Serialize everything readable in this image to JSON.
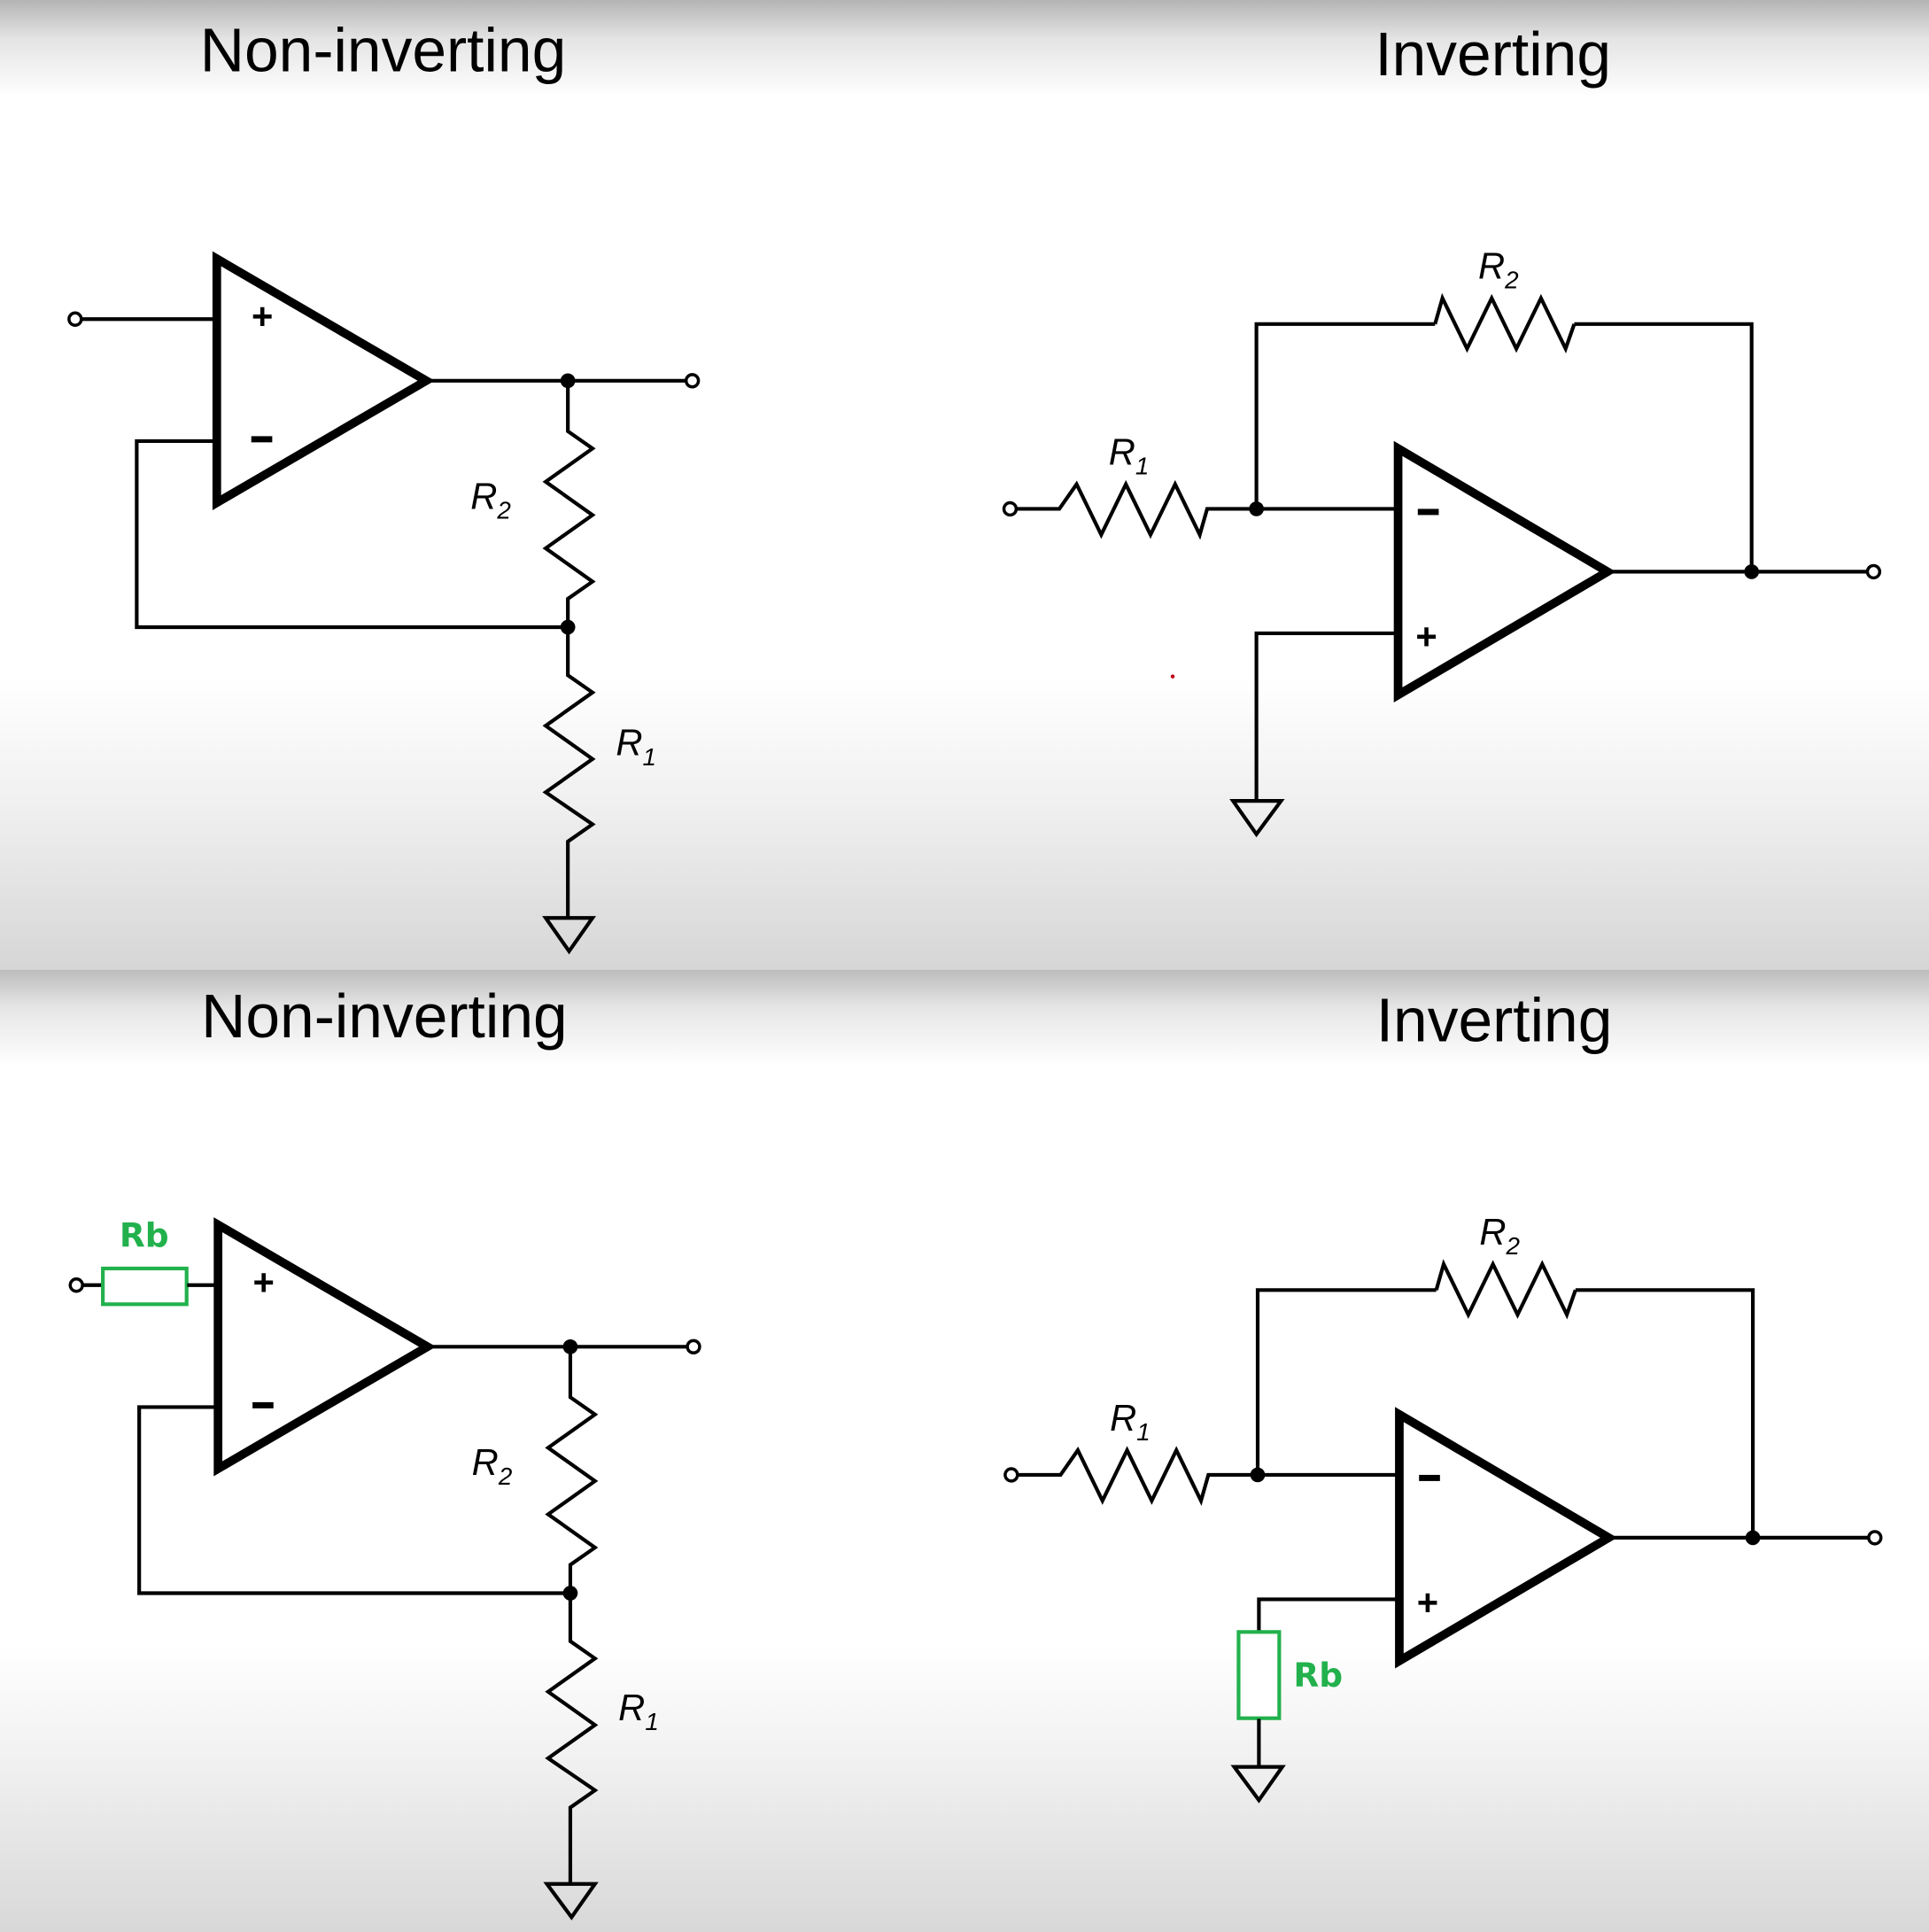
{
  "panels": [
    {
      "id": "top",
      "left": {
        "title": "Non-inverting",
        "r2": {
          "main": "R",
          "sub": "2"
        },
        "r1": {
          "main": "R",
          "sub": "1"
        },
        "opamp": {
          "plus": "+",
          "minus": "−"
        }
      },
      "right": {
        "title": "Inverting",
        "r2": {
          "main": "R",
          "sub": "2"
        },
        "r1": {
          "main": "R",
          "sub": "1"
        },
        "opamp": {
          "plus": "+",
          "minus": "−"
        }
      }
    },
    {
      "id": "bottom",
      "left": {
        "title": "Non-inverting",
        "r2": {
          "main": "R",
          "sub": "2"
        },
        "r1": {
          "main": "R",
          "sub": "1"
        },
        "rb": "Rb",
        "opamp": {
          "plus": "+",
          "minus": "−"
        }
      },
      "right": {
        "title": "Inverting",
        "r2": {
          "main": "R",
          "sub": "2"
        },
        "r1": {
          "main": "R",
          "sub": "1"
        },
        "rb": "Rb",
        "opamp": {
          "plus": "+",
          "minus": "−"
        }
      }
    }
  ],
  "colors": {
    "highlight": "#22b14c",
    "ink": "#000000",
    "artifact_dot": "#c00018"
  }
}
